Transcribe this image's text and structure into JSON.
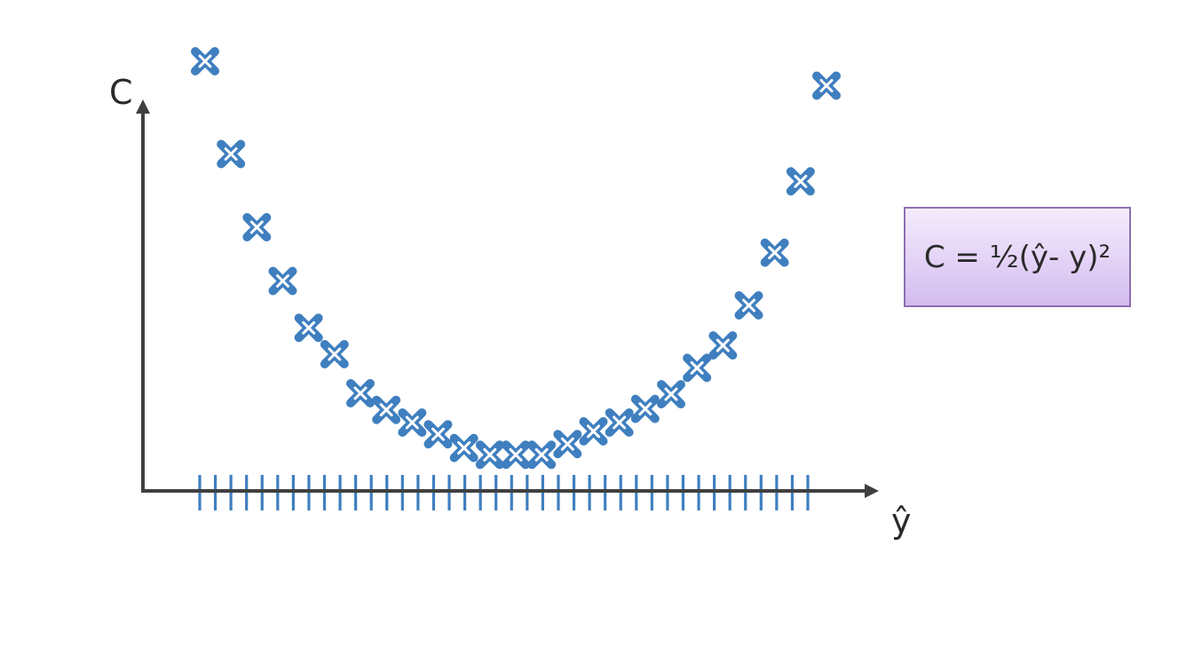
{
  "chart_data": {
    "type": "scatter",
    "title": "",
    "xlabel": "ŷ",
    "ylabel": "C",
    "xlim": [
      0,
      24
    ],
    "ylim": [
      0,
      45
    ],
    "grid": false,
    "marker": "x",
    "color": "#3f7fbf",
    "axis_color": "#404040",
    "rug_count": 40,
    "x": [
      0,
      1,
      2,
      3,
      4,
      5,
      6,
      7,
      8,
      9,
      10,
      11,
      12,
      13,
      14,
      15,
      16,
      17,
      18,
      19,
      20,
      21,
      22,
      23,
      24
    ],
    "y": [
      44.0,
      34.5,
      27.0,
      21.5,
      16.7,
      14.0,
      10.0,
      8.3,
      7.0,
      5.8,
      4.4,
      3.7,
      3.7,
      3.7,
      4.8,
      6.1,
      7.0,
      8.4,
      9.9,
      12.6,
      14.9,
      19.0,
      24.4,
      31.7,
      41.5
    ]
  },
  "annotation": {
    "formula": "C = ½(ŷ- y)²"
  }
}
